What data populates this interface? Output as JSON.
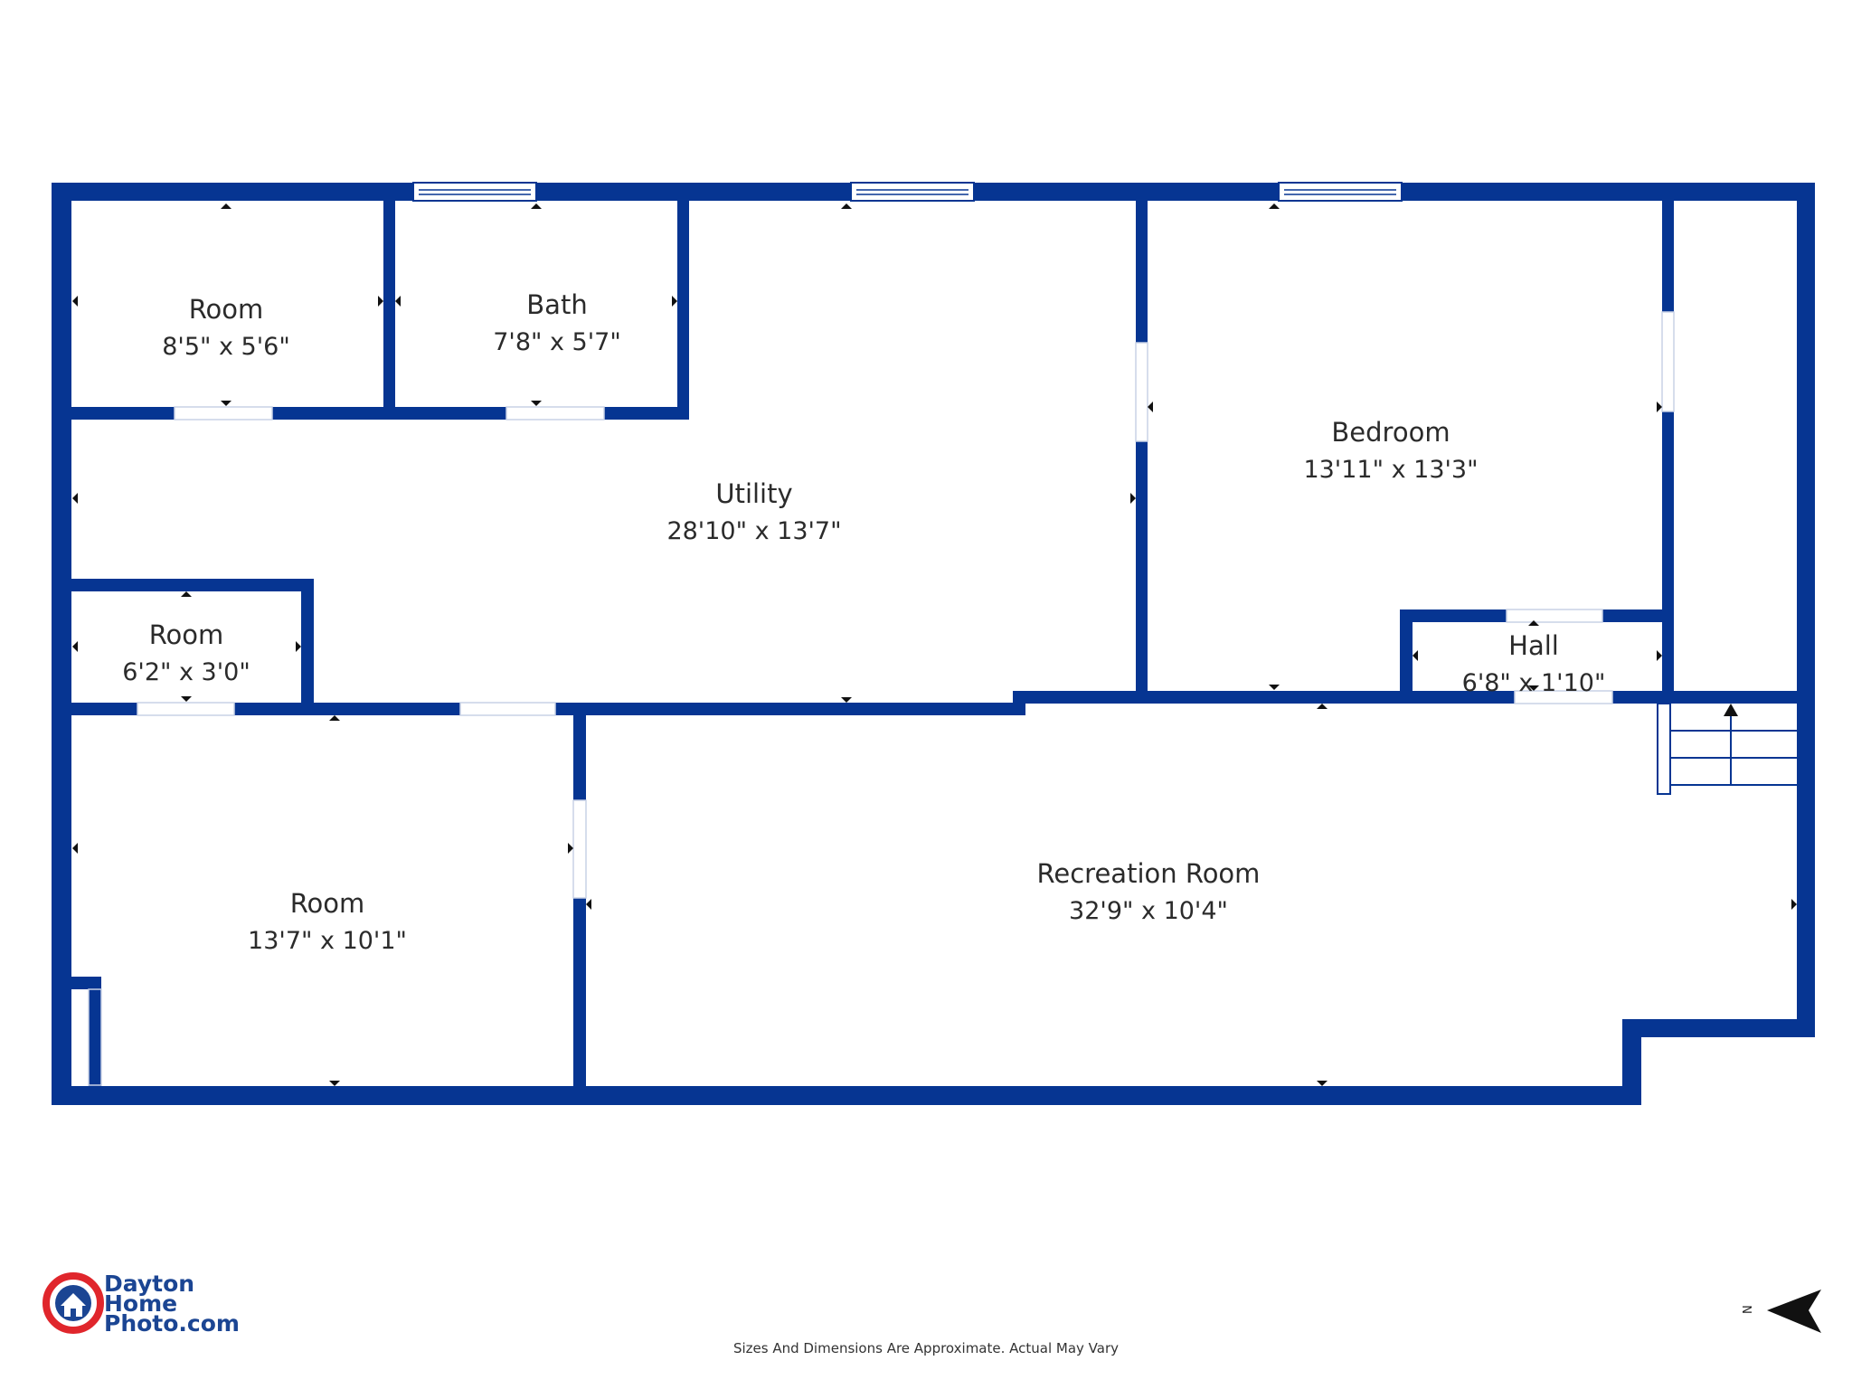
{
  "colors": {
    "wall": "#063592",
    "logo_red": "#e0262c",
    "logo_blue": "#1b4593"
  },
  "rooms": [
    {
      "id": "room-1",
      "name": "Room",
      "dimensions": "8'5\" x 5'6\""
    },
    {
      "id": "bath",
      "name": "Bath",
      "dimensions": "7'8\" x 5'7\""
    },
    {
      "id": "utility",
      "name": "Utility",
      "dimensions": "28'10\" x 13'7\""
    },
    {
      "id": "bedroom",
      "name": "Bedroom",
      "dimensions": "13'11\" x 13'3\""
    },
    {
      "id": "room-2",
      "name": "Room",
      "dimensions": "6'2\" x 3'0\""
    },
    {
      "id": "hall",
      "name": "Hall",
      "dimensions": "6'8\" x 1'10\""
    },
    {
      "id": "room-3",
      "name": "Room",
      "dimensions": "13'7\" x 10'1\""
    },
    {
      "id": "recreation",
      "name": "Recreation Room",
      "dimensions": "32'9\" x 10'4\""
    }
  ],
  "logo": {
    "line1": "Dayton",
    "line2": "Home",
    "line3": "Photo.com",
    "icon": "house-camera-logo-icon"
  },
  "disclaimer": "Sizes And Dimensions Are Approximate. Actual May Vary",
  "compass": {
    "label": "N",
    "icon": "north-arrow-icon"
  },
  "icons": {
    "stairs": "stairs-icon",
    "window": "window-icon"
  }
}
